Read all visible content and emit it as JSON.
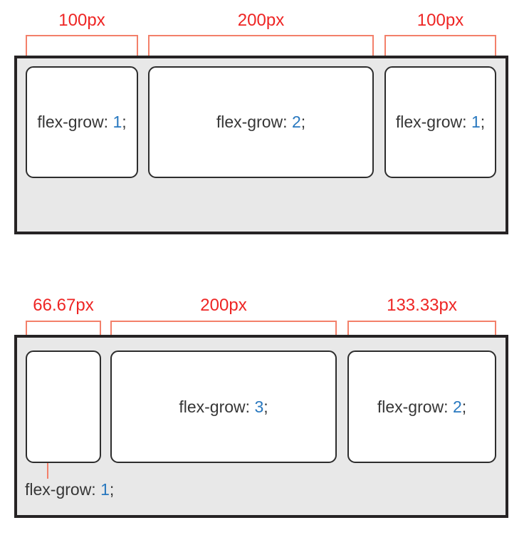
{
  "figure": {
    "title": "flex-grow width distribution diagram",
    "colors": {
      "measurement_label_red": "#ee2524",
      "bracket_salmon": "#f3806a",
      "container_border": "#262324",
      "container_background": "#e8e8e8",
      "box_border": "#2d2d2d",
      "box_background": "#ffffff",
      "code_text": "#363636",
      "code_number_blue": "#2878bf"
    }
  },
  "diagrams": [
    {
      "measurements": [
        "100px",
        "200px",
        "100px"
      ],
      "items": [
        {
          "label": {
            "prefix": "flex-grow: ",
            "value": "1",
            "suffix": ";"
          },
          "label_position": "inside"
        },
        {
          "label": {
            "prefix": "flex-grow: ",
            "value": "2",
            "suffix": ";"
          },
          "label_position": "inside"
        },
        {
          "label": {
            "prefix": "flex-grow: ",
            "value": "1",
            "suffix": ";"
          },
          "label_position": "inside"
        }
      ]
    },
    {
      "measurements": [
        "66.67px",
        "200px",
        "133.33px"
      ],
      "items": [
        {
          "label": {
            "prefix": "flex-grow: ",
            "value": "1",
            "suffix": ";"
          },
          "label_position": "callout-below"
        },
        {
          "label": {
            "prefix": "flex-grow: ",
            "value": "3",
            "suffix": ";"
          },
          "label_position": "inside"
        },
        {
          "label": {
            "prefix": "flex-grow: ",
            "value": "2",
            "suffix": ";"
          },
          "label_position": "inside"
        }
      ]
    }
  ]
}
